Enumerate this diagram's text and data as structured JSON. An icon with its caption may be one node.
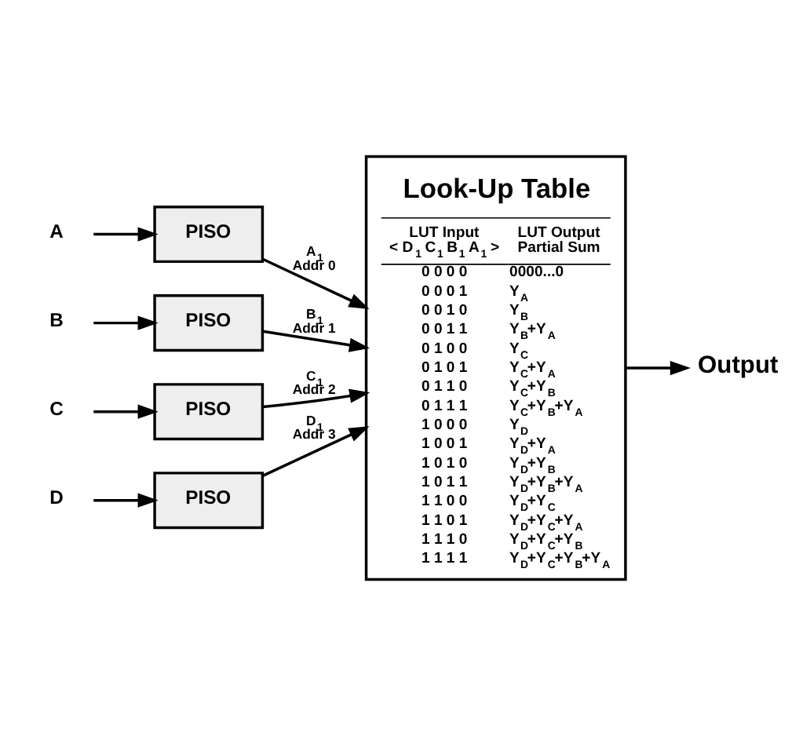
{
  "diagram": {
    "nodes": [
      {
        "text": [
          "A"
        ]
      },
      {
        "text": [
          "PISO"
        ]
      },
      {
        "text": [
          "B"
        ]
      },
      {
        "text": [
          "PISO"
        ]
      },
      {
        "text": [
          "C"
        ]
      },
      {
        "text": [
          "PISO"
        ]
      },
      {
        "text": [
          "D"
        ]
      },
      {
        "text": [
          "PISO"
        ]
      },
      {
        "text": [
          "Look-Up Table",
          "LUT Input < D$_{1}$ C$_{1}$ B$_{1}$ A$_{1}$ >",
          "LUT Output Partial Sum",
          "0 0 0 0",
          "0000...0",
          "0 0 0 1",
          "Y$_{A}$",
          "0 0 1 0",
          "Y$_{B}$",
          "0 0 1 1",
          "Y$_{B}$+Y$_{A}$",
          "0 1 0 0",
          "Y$_{C}$",
          "0 1 0 1",
          "Y$_{C}$+Y$_{A}$",
          "0 1 1 0",
          "Y$_{C}$+Y$_{B}$",
          "0 1 1 1",
          "Y$_{C}$+Y$_{B}$+Y$_{A}$",
          "1 0 0 0",
          "Y$_{D}$",
          "1 0 0 1",
          "Y$_{D}$+Y$_{A}$",
          "1 0 1 0",
          "Y$_{D}$+Y$_{B}$",
          "1 0 1 1",
          "Y$_{D}$+Y$_{B}$+Y$_{A}$",
          "1 1 0 0",
          "Y$_{D}$+Y$_{C}$",
          "1 1 0 1",
          "Y$_{D}$+Y$_{C}$+Y$_{A}$",
          "1 1 1 0",
          "Y$_{D}$+Y$_{C}$+Y$_{B}$",
          "1 1 1 1",
          "Y$_{D}$+Y$_{C}$+Y$_{B}$+Y$_{A}$"
        ]
      },
      {
        "text": [
          "Output"
        ]
      }
    ],
    "edges": [
      {
        "from": 0,
        "to": 1,
        "arrow": "to"
      },
      {
        "from": 2,
        "to": 3,
        "arrow": "to"
      },
      {
        "from": 4,
        "to": 5,
        "arrow": "to"
      },
      {
        "from": 6,
        "to": 7,
        "arrow": "to"
      },
      {
        "from": 1,
        "to": 8,
        "arrow": "to",
        "label": "A$_{1}$ Addr 0"
      },
      {
        "from": 3,
        "to": 8,
        "arrow": "to",
        "label": "B$_{1}$ Addr 1"
      },
      {
        "from": 5,
        "to": 8,
        "arrow": "to",
        "label": "C$_{1}$ Addr 2"
      },
      {
        "from": 7,
        "to": 8,
        "arrow": "to",
        "label": "D$_{1}$ Addr 3"
      },
      {
        "from": 8,
        "to": 9,
        "arrow": "to"
      }
    ]
  }
}
